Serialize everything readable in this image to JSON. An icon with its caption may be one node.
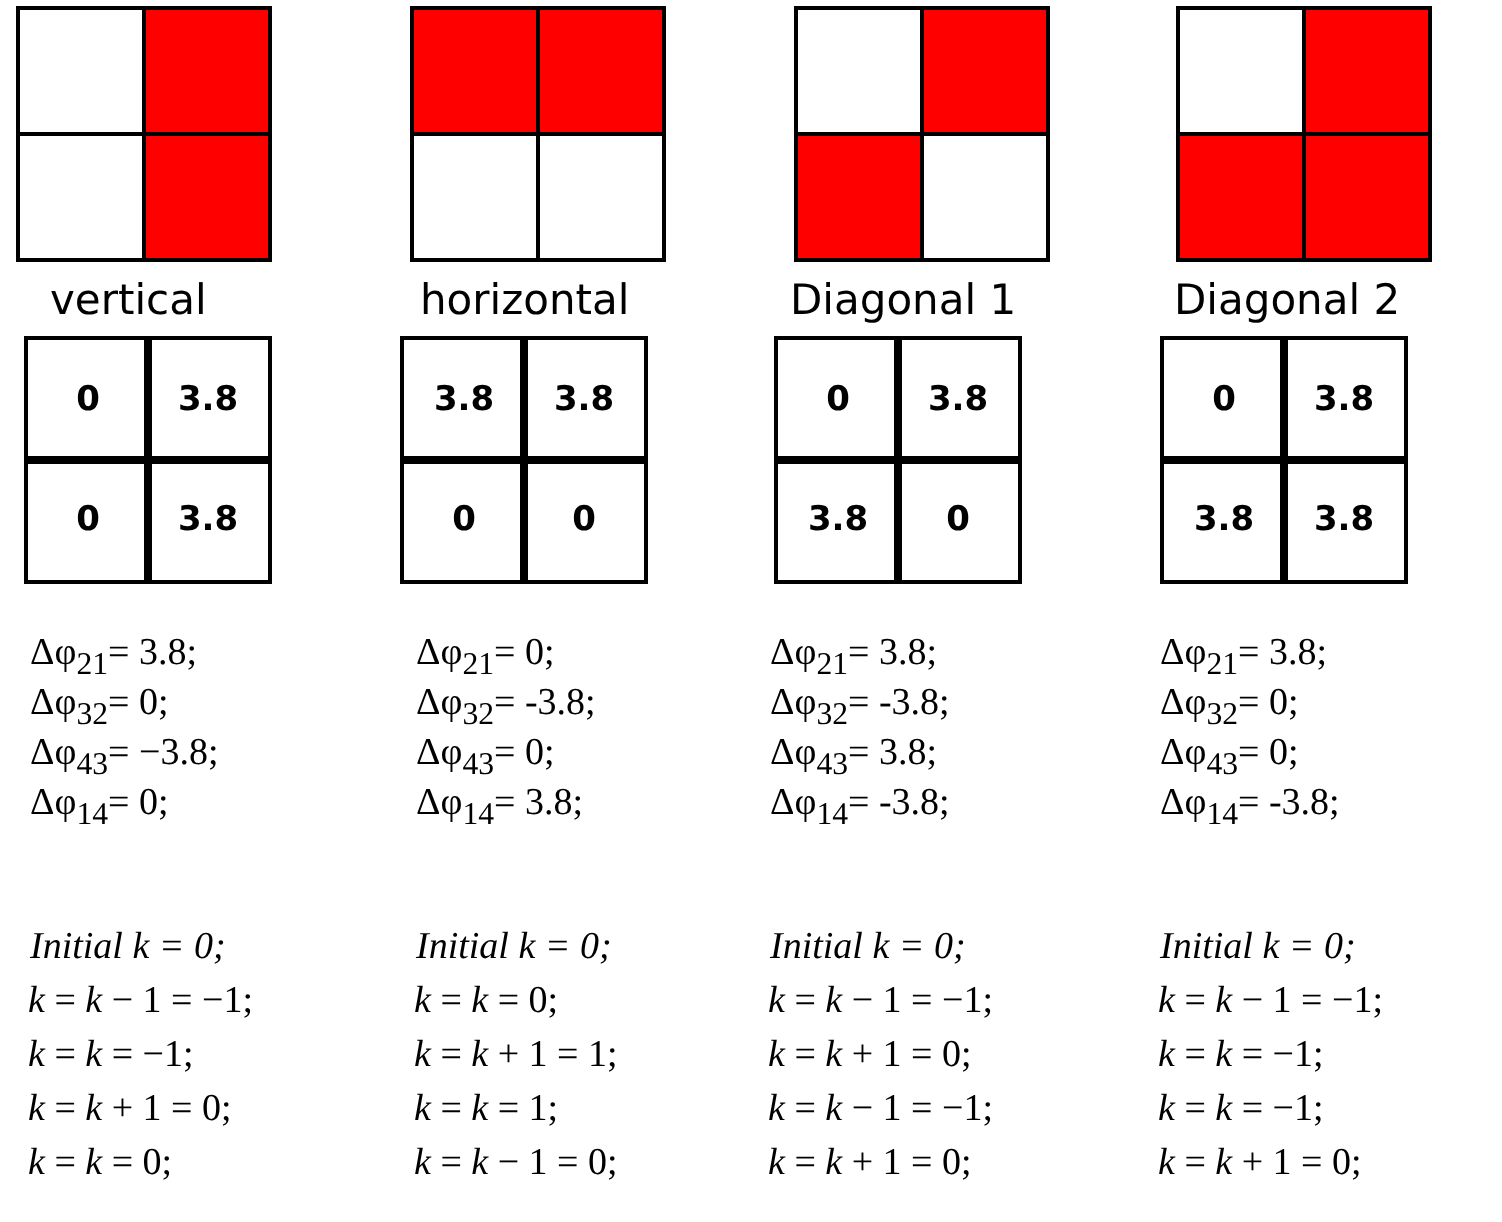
{
  "diagram": {
    "labels": [
      "vertical",
      "0",
      "3.8",
      "0",
      "3.8",
      "Δφ$_{21}$= 3.8;",
      "Δφ$_{32}$= 0;",
      "Δφ$_{43}$= −3.8;",
      "Δφ$_{14}$= 0;",
      "Initial k = 0;",
      "*k* = *k* − 1 = −1;",
      "*k* = *k* = −1;",
      "*k* = *k* + 1 = 0;",
      "*k* = *k* = 0;",
      "horizontal",
      "3.8",
      "3.8",
      "0",
      "0",
      "Δφ$_{21}$= 0;",
      "Δφ$_{32}$= -3.8;",
      "Δφ$_{43}$= 0;",
      "Δφ$_{14}$= 3.8;",
      "Initial k = 0;",
      "*k* = *k* = 0;",
      "*k* = *k* + 1 = 1;",
      "*k* = *k* = 1;",
      "*k* = *k* − 1 = 0;",
      "Diagonal 1",
      "0",
      "3.8",
      "3.8",
      "0",
      "Δφ$_{21}$= 3.8;",
      "Δφ$_{32}$= -3.8;",
      "Δφ$_{43}$= 3.8;",
      "Δφ$_{14}$= -3.8;",
      "Initial k = 0;",
      "*k* = *k* − 1 = −1;",
      "*k* = *k* + 1 = 0;",
      "*k* = *k* − 1 = −1;",
      "*k* = *k* + 1 = 0;",
      "Diagonal 2",
      "0",
      "3.8",
      "3.8",
      "3.8",
      "Δφ$_{21}$= 3.8;",
      "Δφ$_{32}$= 0;",
      "Δφ$_{43}$= 0;",
      "Δφ$_{14}$= -3.8;",
      "Initial k = 0;",
      "*k* = *k* − 1 = −1;",
      "*k* = *k* = −1;",
      "*k* = *k* = −1;",
      "*k* = *k* + 1 = 0;"
    ]
  }
}
